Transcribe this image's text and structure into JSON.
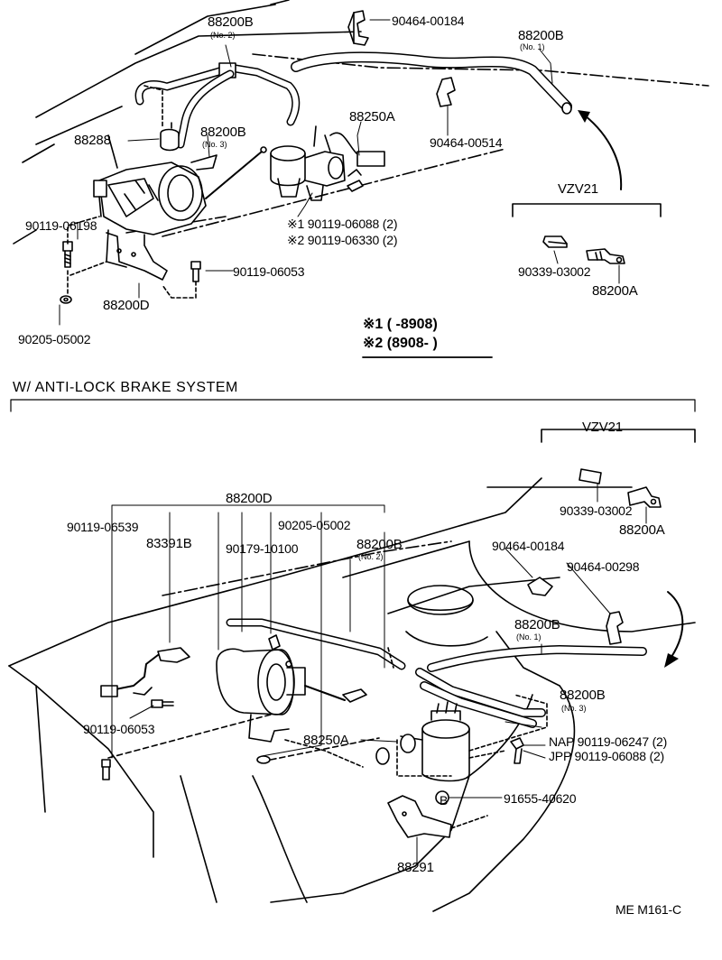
{
  "top": {
    "labels": {
      "p88200B_no2": "88200B",
      "p88200B_no2_sub": "(No. 2)",
      "p90464_00184": "90464-00184",
      "p88200B_no1": "88200B",
      "p88200B_no1_sub": "(No. 1)",
      "p88288": "88288",
      "p88200B_no3": "88200B",
      "p88200B_no3_sub": "(No. 3)",
      "p88250A": "88250A",
      "p90464_00514": "90464-00514",
      "p90119_06198": "90119-06198",
      "p90119_06088": "※1 90119-06088 (2)",
      "p90119_06330": "※2 90119-06330 (2)",
      "p90119_06053": "90119-06053",
      "p88200D": "88200D",
      "p90205_05002": "90205-05002",
      "vzv21": "VZV21",
      "p90339_03002": "90339-03002",
      "p88200A": "88200A"
    },
    "legend": {
      "row1": "※1 (       -8908)",
      "row2": "※2 (8908-       )"
    }
  },
  "bottom": {
    "section_title": "W/ ANTI-LOCK  BRAKE  SYSTEM",
    "labels": {
      "vzv21": "VZV21",
      "p88200D": "88200D",
      "p90119_06539": "90119-06539",
      "p90205_05002": "90205-05002",
      "p83391B": "83391B",
      "p90179_10100": "90179-10100",
      "p88200B_no2": "88200B",
      "p88200B_no2_sub": "(No. 2)",
      "p90339_03002": "90339-03002",
      "p88200A": "88200A",
      "p90464_00184": "90464-00184",
      "p90464_00298": "90464-00298",
      "p88200B_no1": "88200B",
      "p88200B_no1_sub": "(No. 1)",
      "p88200B_no3": "88200B",
      "p88200B_no3_sub": "(No. 3)",
      "p90119_06053": "90119-06053",
      "p88250A": "88250A",
      "nap": "NAP  90119-06247 (2)",
      "jpp": "JPP  90119-06088 (2)",
      "p91655_40620": "91655-40620",
      "p88291": "88291",
      "b_marker": "B"
    }
  },
  "footer": {
    "code": "ME  M161-C"
  }
}
